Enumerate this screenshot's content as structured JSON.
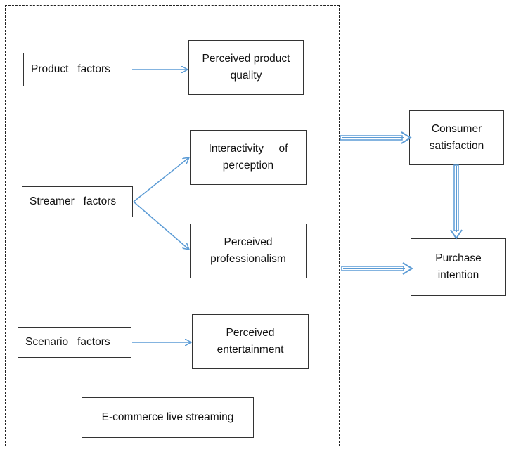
{
  "diagram": {
    "frame_label": "E-commerce live streaming",
    "factors": {
      "product": "Product   factors",
      "streamer": "Streamer   factors",
      "scenario": "Scenario   factors"
    },
    "perceptions": {
      "product_quality": "Perceived product quality",
      "interactivity_line1": "Interactivity     of",
      "interactivity_line2": "perception",
      "professionalism_line1": "Perceived",
      "professionalism_line2": "professionalism",
      "entertainment_line1": "Perceived",
      "entertainment_line2": "entertainment"
    },
    "outcomes": {
      "satisfaction_line1": "Consumer",
      "satisfaction_line2": "satisfaction",
      "intention_line1": "Purchase",
      "intention_line2": "intention"
    },
    "colors": {
      "arrow_blue": "#5b9bd5",
      "box_border": "#333333",
      "frame_border": "#222222"
    }
  }
}
